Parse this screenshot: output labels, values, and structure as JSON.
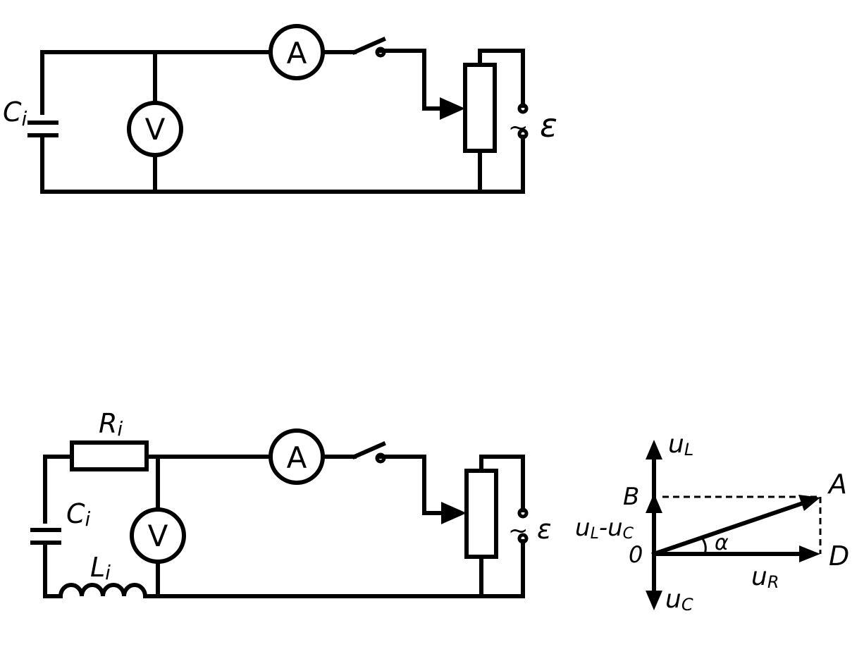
{
  "circuit1": {
    "ammeter": "A",
    "voltmeter": "V",
    "capacitor": "C",
    "capacitor_sub": "i",
    "source": "ε",
    "source_symbol": "~"
  },
  "circuit2": {
    "ammeter": "A",
    "voltmeter": "V",
    "resistor": "R",
    "resistor_sub": "i",
    "capacitor": "C",
    "capacitor_sub": "i",
    "inductor": "L",
    "inductor_sub": "i",
    "source": "ε",
    "source_symbol": "~"
  },
  "phasor": {
    "ul": "u",
    "ul_sub": "L",
    "uc": "u",
    "uc_sub": "C",
    "ur": "u",
    "ur_sub": "R",
    "diff_a": "u",
    "diff_a_sub": "L",
    "diff_mid": "-u",
    "diff_b_sub": "C",
    "origin": "0",
    "point_a": "A",
    "point_b": "B",
    "point_d": "D",
    "angle": "α"
  }
}
